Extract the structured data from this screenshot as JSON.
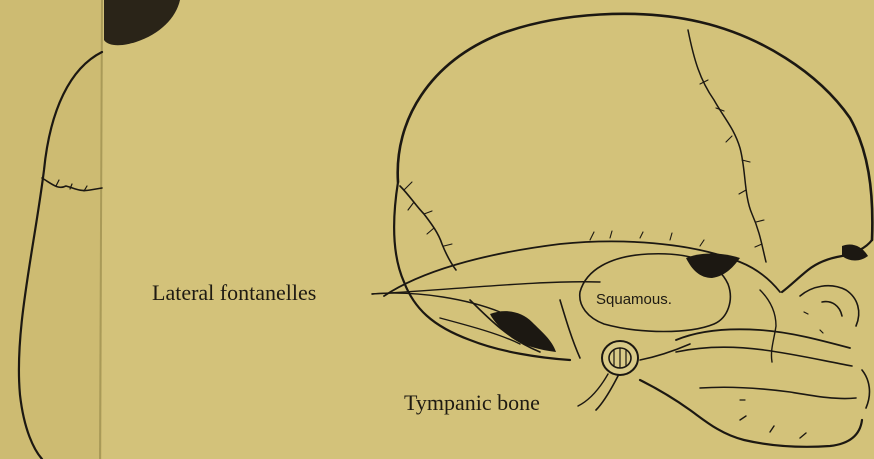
{
  "labels": {
    "lateral_fontanelles": "Lateral fontanelles",
    "squamous": "Squamous.",
    "tympanic_bone": "Tympanic bone"
  },
  "colors": {
    "paper": "#d3c27a",
    "paper_shade": "#c6b46c",
    "ink": "#1c1812"
  }
}
